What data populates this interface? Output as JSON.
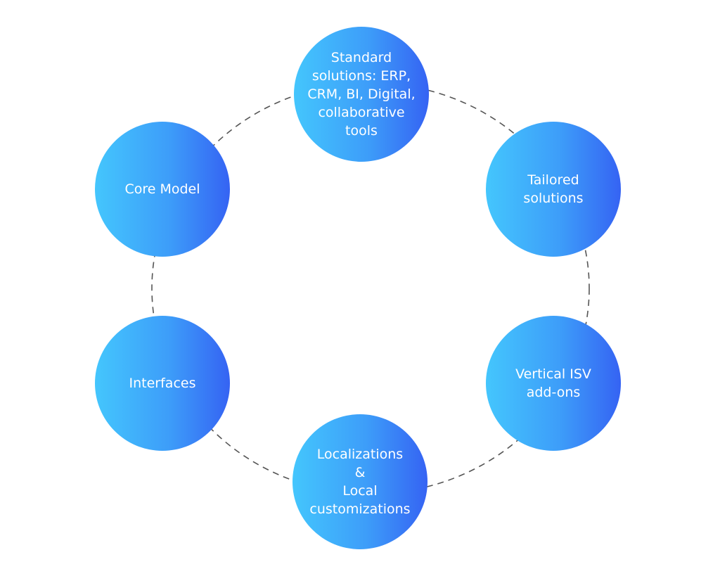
{
  "diagram": {
    "nodes": [
      {
        "id": "standard",
        "lines": [
          "Standard",
          "solutions: ERP,",
          "CRM, BI, Digital,",
          "collaborative",
          "tools"
        ]
      },
      {
        "id": "tailored",
        "lines": [
          "Tailored",
          "solutions"
        ]
      },
      {
        "id": "vertical",
        "lines": [
          "Vertical ISV",
          "add-ons"
        ]
      },
      {
        "id": "local",
        "lines": [
          "Localizations",
          "&",
          "Local",
          "customizations"
        ]
      },
      {
        "id": "interfaces",
        "lines": [
          "Interfaces"
        ]
      },
      {
        "id": "core",
        "lines": [
          "Core Model"
        ]
      }
    ],
    "colors": {
      "gradient_start": "#44c6fd",
      "gradient_end": "#3563f3",
      "connector": "#555555",
      "text": "#ffffff"
    }
  }
}
